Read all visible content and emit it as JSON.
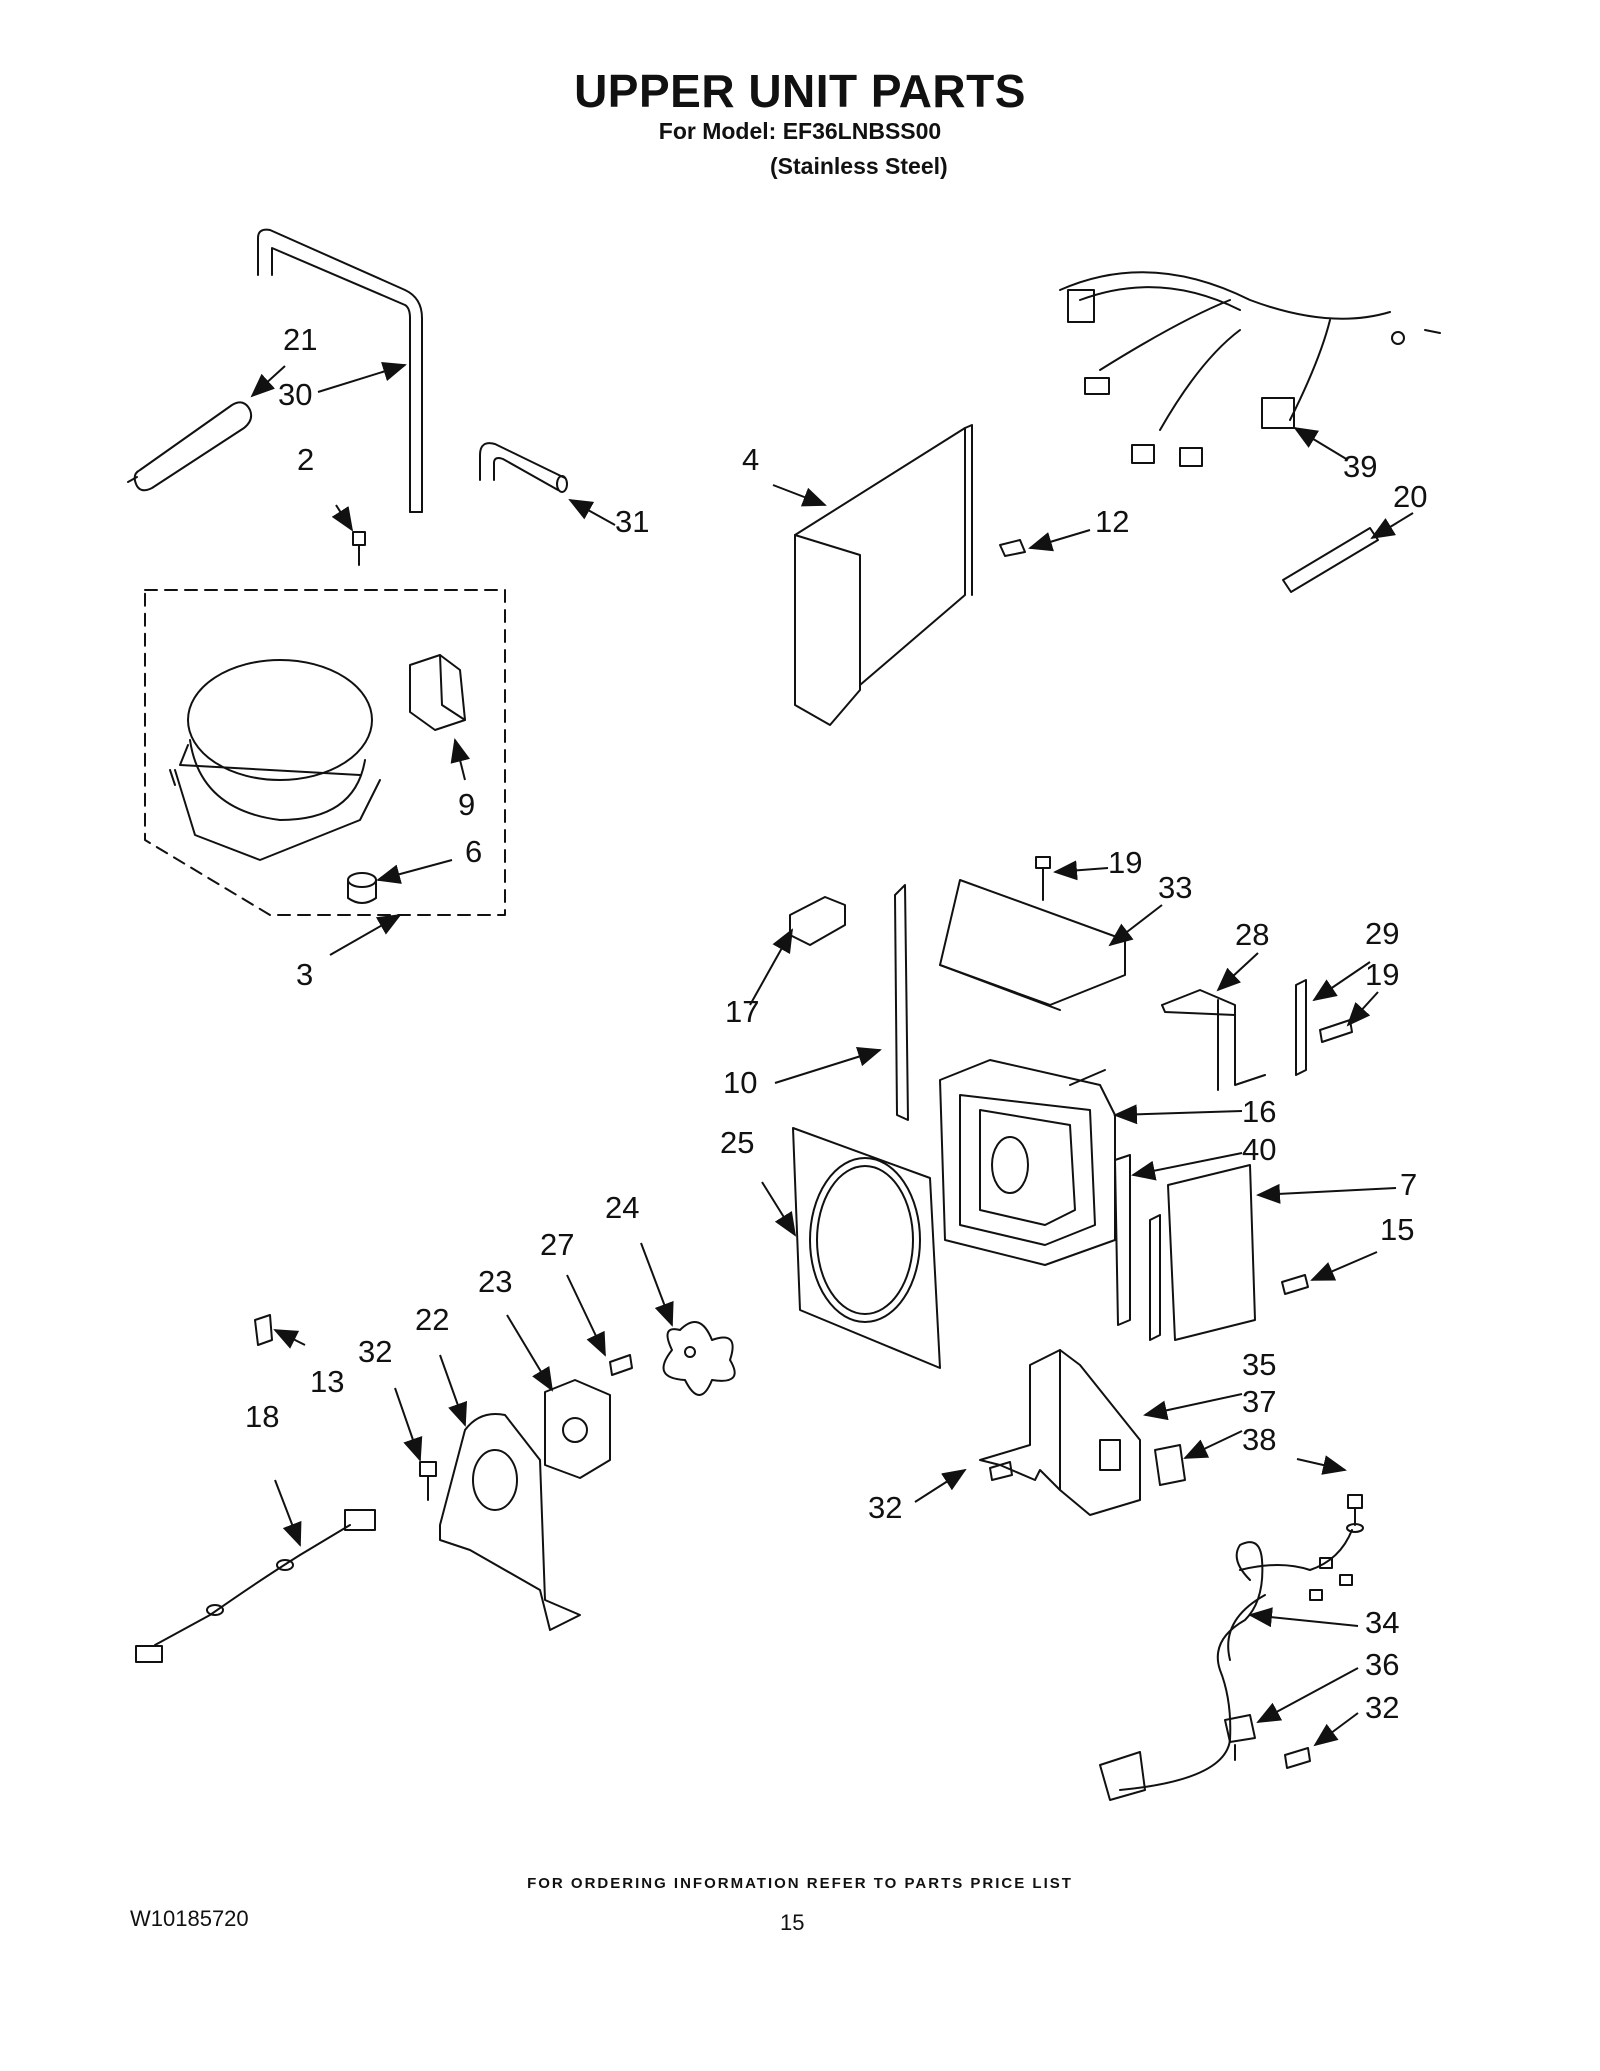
{
  "header": {
    "title": "UPPER UNIT PARTS",
    "model_line": "For Model: EF36LNBSS00",
    "variant": "(Stainless Steel)"
  },
  "callouts": [
    "21",
    "30",
    "31",
    "2",
    "4",
    "12",
    "39",
    "20",
    "9",
    "6",
    "3",
    "19",
    "33",
    "17",
    "28",
    "29",
    "19",
    "10",
    "16",
    "25",
    "40",
    "7",
    "15",
    "24",
    "27",
    "23",
    "22",
    "32",
    "13",
    "18",
    "35",
    "37",
    "38",
    "32",
    "34",
    "36",
    "32"
  ],
  "footer": {
    "ordering_note": "FOR ORDERING INFORMATION REFER TO PARTS PRICE LIST",
    "doc_number": "W10185720",
    "page_number": "15"
  }
}
